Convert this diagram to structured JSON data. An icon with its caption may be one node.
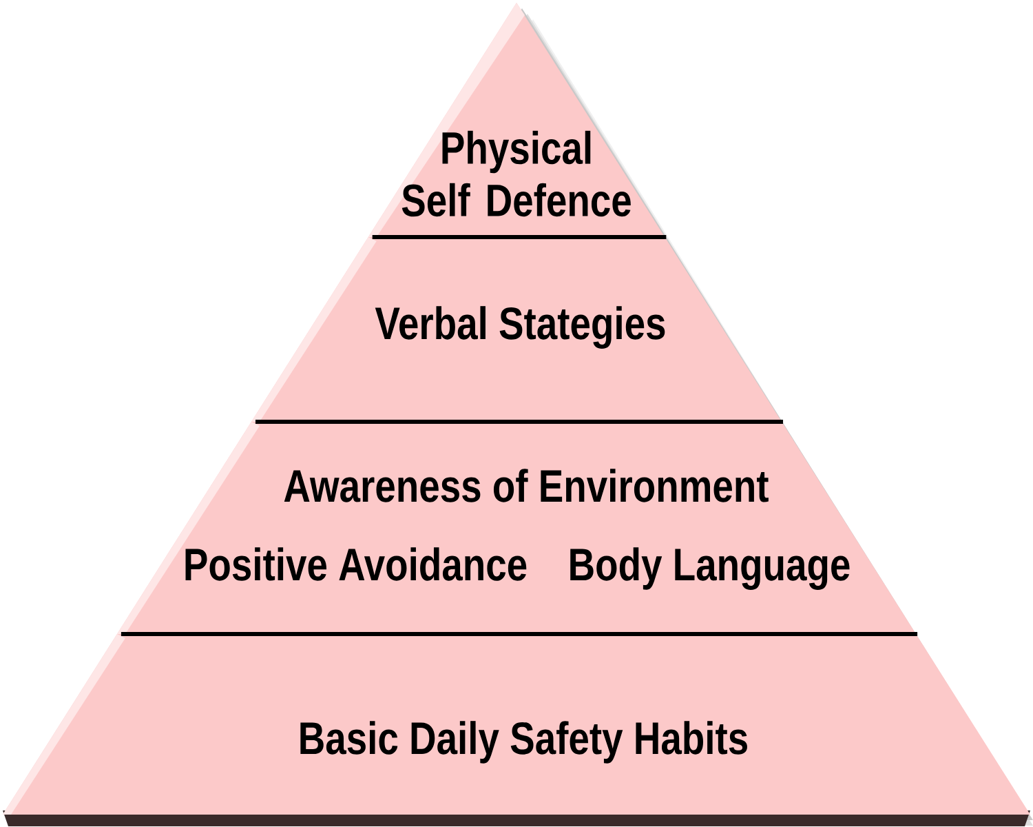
{
  "diagram": {
    "nodes": [
      {
        "text": [
          "Physical Self Defence"
        ]
      },
      {
        "text": [
          "Verbal Stategies"
        ]
      },
      {
        "text": [
          "Awareness of Environment",
          "Positive Avoidance",
          "Body Language"
        ]
      },
      {
        "text": [
          "Basic Daily Safety Habits"
        ]
      }
    ]
  }
}
